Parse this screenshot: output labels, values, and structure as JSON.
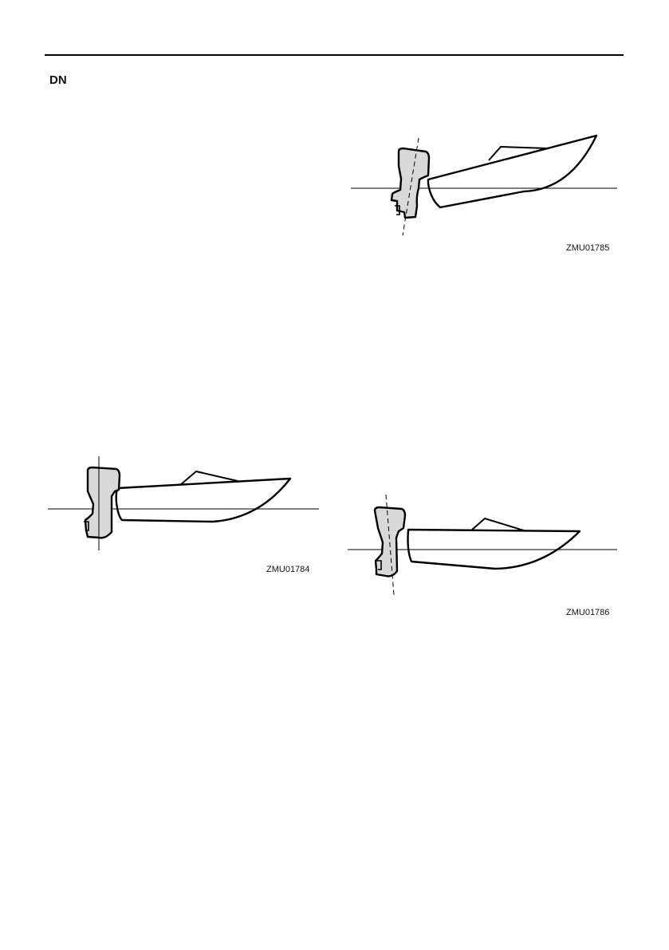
{
  "header": {
    "section_label": "DN"
  },
  "figures": [
    {
      "id": "ZMU01785",
      "trim": "up"
    },
    {
      "id": "ZMU01784",
      "trim": "neutral"
    },
    {
      "id": "ZMU01786",
      "trim": "down"
    }
  ]
}
